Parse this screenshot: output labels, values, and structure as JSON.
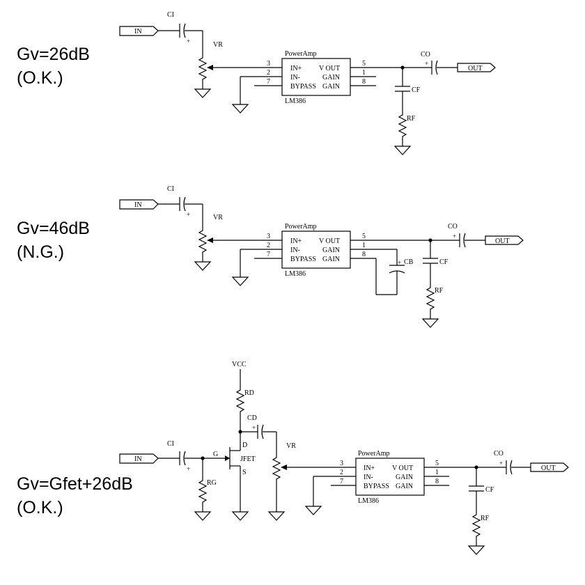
{
  "circuits": [
    {
      "gain_line1": "Gv=26dB",
      "gain_line2": "(O.K.)",
      "in_label": "IN",
      "out_label": "OUT",
      "ci_label": "CI",
      "vr_label": "VR",
      "co_label": "CO",
      "cf_label": "CF",
      "rf_label": "RF",
      "ic_title": "PowerAmp",
      "ic_part": "LM386",
      "pin_in_plus": "IN+",
      "pin_in_minus": "IN-",
      "pin_bypass": "BYPASS",
      "pin_vout": "V OUT",
      "pin_gain1": "GAIN",
      "pin_gain8": "GAIN",
      "pin3": "3",
      "pin2": "2",
      "pin7": "7",
      "pin5": "5",
      "pin1": "1",
      "pin8": "8",
      "plus": "+"
    },
    {
      "gain_line1": "Gv=46dB",
      "gain_line2": "(N.G.)",
      "in_label": "IN",
      "out_label": "OUT",
      "ci_label": "CI",
      "vr_label": "VR",
      "co_label": "CO",
      "cf_label": "CF",
      "rf_label": "RF",
      "cb_label": "CB",
      "ic_title": "PowerAmp",
      "ic_part": "LM386",
      "pin_in_plus": "IN+",
      "pin_in_minus": "IN-",
      "pin_bypass": "BYPASS",
      "pin_vout": "V OUT",
      "pin_gain1": "GAIN",
      "pin_gain8": "GAIN",
      "pin3": "3",
      "pin2": "2",
      "pin7": "7",
      "pin5": "5",
      "pin1": "1",
      "pin8": "8",
      "plus": "+"
    },
    {
      "gain_line1": "Gv=Gfet+26dB",
      "gain_line2": "(O.K.)",
      "in_label": "IN",
      "out_label": "OUT",
      "ci_label": "CI",
      "vr_label": "VR",
      "co_label": "CO",
      "cf_label": "CF",
      "rf_label": "RF",
      "rg_label": "RG",
      "rd_label": "RD",
      "cd_label": "CD",
      "vcc_label": "VCC",
      "jfet_label": "JFET",
      "g_label": "G",
      "d_label": "D",
      "s_label": "S",
      "ic_title": "PowerAmp",
      "ic_part": "LM386",
      "pin_in_plus": "IN+",
      "pin_in_minus": "IN-",
      "pin_bypass": "BYPASS",
      "pin_vout": "V OUT",
      "pin_gain1": "GAIN",
      "pin_gain8": "GAIN",
      "pin3": "3",
      "pin2": "2",
      "pin7": "7",
      "pin5": "5",
      "pin1": "1",
      "pin8": "8",
      "plus": "+"
    }
  ]
}
